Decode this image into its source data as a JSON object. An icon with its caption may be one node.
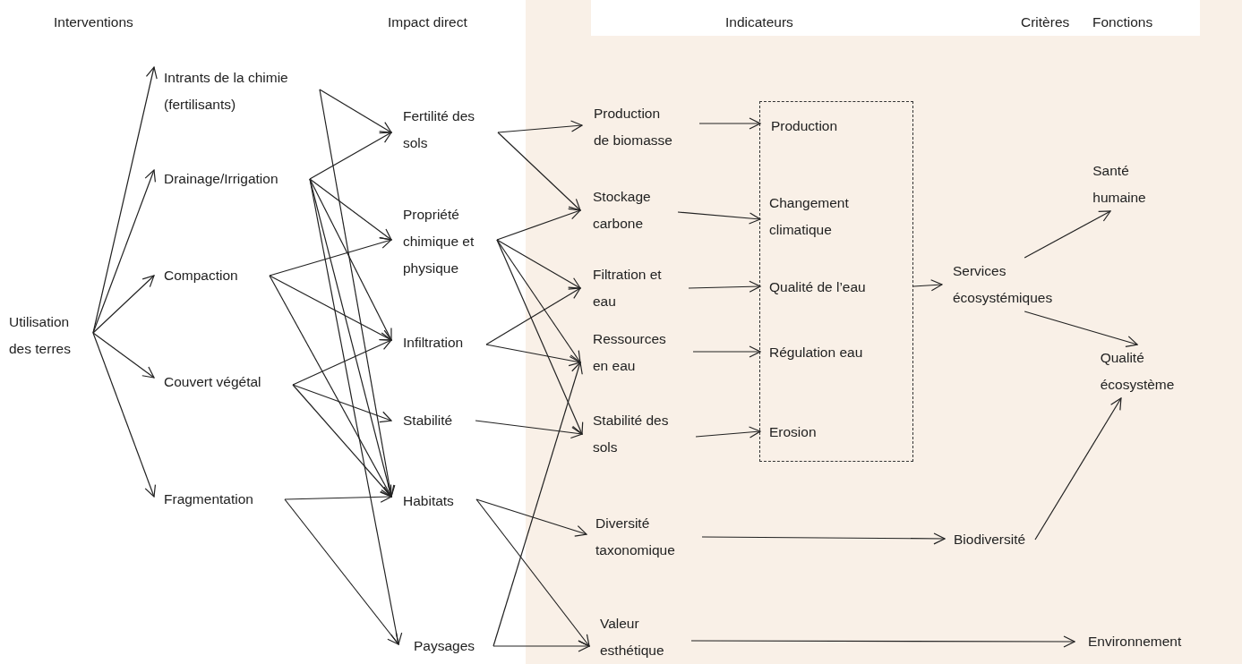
{
  "diagram": {
    "nodes": [
      {
        "text": [
          "Utilisation des terres"
        ]
      },
      {
        "text": [
          "Intrants de la chimie (fertilisants)"
        ]
      },
      {
        "text": [
          "Drainage/Irrigation"
        ]
      },
      {
        "text": [
          "Compaction"
        ]
      },
      {
        "text": [
          "Couvert végétal"
        ]
      },
      {
        "text": [
          "Fragmentation"
        ]
      },
      {
        "text": [
          "Fertilité des sols"
        ]
      },
      {
        "text": [
          "Propriété chimique et physique"
        ]
      },
      {
        "text": [
          "Infiltration"
        ]
      },
      {
        "text": [
          "Stabilité"
        ]
      },
      {
        "text": [
          "Habitats"
        ]
      },
      {
        "text": [
          "Paysages"
        ]
      },
      {
        "text": [
          "Production de biomasse"
        ]
      },
      {
        "text": [
          "Stockage carbone"
        ]
      },
      {
        "text": [
          "Filtration et eau"
        ]
      },
      {
        "text": [
          "Ressources en eau"
        ]
      },
      {
        "text": [
          "Stabilité des sols"
        ]
      },
      {
        "text": [
          "Diversité taxonomique"
        ]
      },
      {
        "text": [
          "Valeur esthétique"
        ]
      },
      {
        "text": [],
        "shape": "box"
      },
      {
        "text": [
          "Production"
        ],
        "in": 19
      },
      {
        "text": [
          "Changement climatique"
        ],
        "in": 19
      },
      {
        "text": [
          "Qualité de l’eau"
        ],
        "in": 19
      },
      {
        "text": [
          "Régulation eau"
        ],
        "in": 19
      },
      {
        "text": [
          "Erosion"
        ],
        "in": 19
      },
      {
        "text": [
          "Services écosystémiques"
        ]
      },
      {
        "text": [
          "Biodiversité"
        ]
      },
      {
        "text": [
          "Environnement"
        ]
      },
      {
        "text": [
          "Santé humaine"
        ]
      },
      {
        "text": [
          "Qualité écosystème"
        ]
      }
    ],
    "edges": [
      {
        "from": 0,
        "to": 1,
        "arrow": "to"
      },
      {
        "from": 0,
        "to": 2,
        "arrow": "to"
      },
      {
        "from": 0,
        "to": 3,
        "arrow": "to"
      },
      {
        "from": 0,
        "to": 4,
        "arrow": "to"
      },
      {
        "from": 0,
        "to": 5,
        "arrow": "to"
      },
      {
        "from": 1,
        "to": 6,
        "arrow": "to"
      },
      {
        "from": 1,
        "to": 10,
        "arrow": "to"
      },
      {
        "from": 2,
        "to": 6,
        "arrow": "to"
      },
      {
        "from": 2,
        "to": 7,
        "arrow": "to"
      },
      {
        "from": 2,
        "to": 8,
        "arrow": "to"
      },
      {
        "from": 2,
        "to": 10,
        "arrow": "to"
      },
      {
        "from": 2,
        "to": 11,
        "arrow": "to"
      },
      {
        "from": 3,
        "to": 7,
        "arrow": "to"
      },
      {
        "from": 3,
        "to": 8,
        "arrow": "to"
      },
      {
        "from": 3,
        "to": 10,
        "arrow": "to"
      },
      {
        "from": 4,
        "to": 8,
        "arrow": "to"
      },
      {
        "from": 4,
        "to": 9,
        "arrow": "to"
      },
      {
        "from": 4,
        "to": 10,
        "arrow": "to"
      },
      {
        "from": 5,
        "to": 10,
        "arrow": "to"
      },
      {
        "from": 5,
        "to": 11,
        "arrow": "to"
      },
      {
        "from": 6,
        "to": 12,
        "arrow": "to"
      },
      {
        "from": 6,
        "to": 13,
        "arrow": "to"
      },
      {
        "from": 7,
        "to": 13,
        "arrow": "to"
      },
      {
        "from": 7,
        "to": 14,
        "arrow": "to"
      },
      {
        "from": 7,
        "to": 15,
        "arrow": "to"
      },
      {
        "from": 7,
        "to": 16,
        "arrow": "to"
      },
      {
        "from": 8,
        "to": 14,
        "arrow": "to"
      },
      {
        "from": 8,
        "to": 15,
        "arrow": "to"
      },
      {
        "from": 9,
        "to": 16,
        "arrow": "to"
      },
      {
        "from": 10,
        "to": 17,
        "arrow": "to"
      },
      {
        "from": 10,
        "to": 18,
        "arrow": "to"
      },
      {
        "from": 11,
        "to": 15,
        "arrow": "to"
      },
      {
        "from": 11,
        "to": 18,
        "arrow": "to"
      },
      {
        "from": 12,
        "to": 20,
        "arrow": "to"
      },
      {
        "from": 13,
        "to": 21,
        "arrow": "to"
      },
      {
        "from": 14,
        "to": 22,
        "arrow": "to"
      },
      {
        "from": 15,
        "to": 23,
        "arrow": "to"
      },
      {
        "from": 16,
        "to": 24,
        "arrow": "to"
      },
      {
        "from": 19,
        "to": 25,
        "arrow": "to"
      },
      {
        "from": 25,
        "to": 28,
        "arrow": "to"
      },
      {
        "from": 25,
        "to": 29,
        "arrow": "to"
      },
      {
        "from": 17,
        "to": 26,
        "arrow": "to"
      },
      {
        "from": 26,
        "to": 29,
        "arrow": "to"
      },
      {
        "from": 18,
        "to": 27,
        "arrow": "to"
      }
    ],
    "labels": [
      "Interventions",
      "Impact direct",
      "Indicateurs",
      "Critères",
      "Fonctions"
    ]
  }
}
